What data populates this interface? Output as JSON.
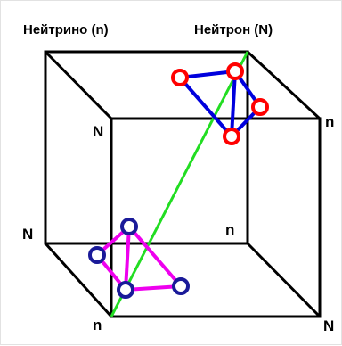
{
  "labels": {
    "neutrino_title": "Нейтрино (n)",
    "neutron_title": "Нейтрон (N)"
  },
  "corner_labels": {
    "front_top_left": "N",
    "front_top_right": "n",
    "back_bottom_left": "N",
    "back_bottom_right": "n",
    "front_bottom_left": "n",
    "front_bottom_right": "N"
  },
  "colors": {
    "cube_edges": "#000000",
    "diagonal": "#22dd22",
    "neutron_particles": "#ff0000",
    "neutron_bonds": "#0000dd",
    "neutrino_particles": "#1a1a99",
    "neutrino_bonds": "#ee00ee"
  }
}
